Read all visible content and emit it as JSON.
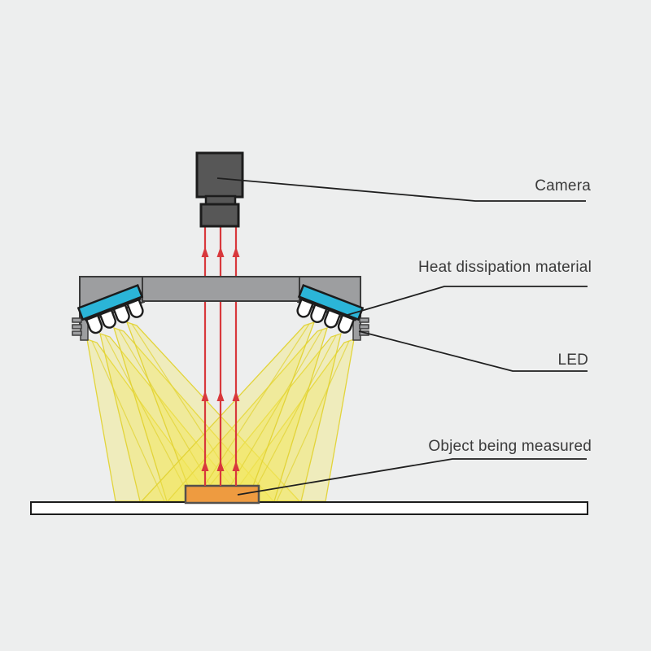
{
  "labels": {
    "camera": "Camera",
    "heat_dissipation": "Heat dissipation material",
    "led": "LED",
    "object": "Object being measured"
  },
  "colors": {
    "background": "#edeeee",
    "camera_body": "#575757",
    "bracket": "#9d9ea0",
    "heat_plate": "#2bb5d8",
    "led_bulb": "#ffffff",
    "beam_fill": "#f3e75c",
    "beam_edge": "#e2d334",
    "ray_red": "#d8383c",
    "object_fill": "#ee9b40",
    "object_stroke": "#55514c",
    "platform_fill": "#ffffff",
    "outline_dark": "#1c1c1c",
    "bracket_stroke": "#3c3c3c",
    "label_text": "#3b3b3b",
    "leader_line": "#1f1f1f"
  }
}
